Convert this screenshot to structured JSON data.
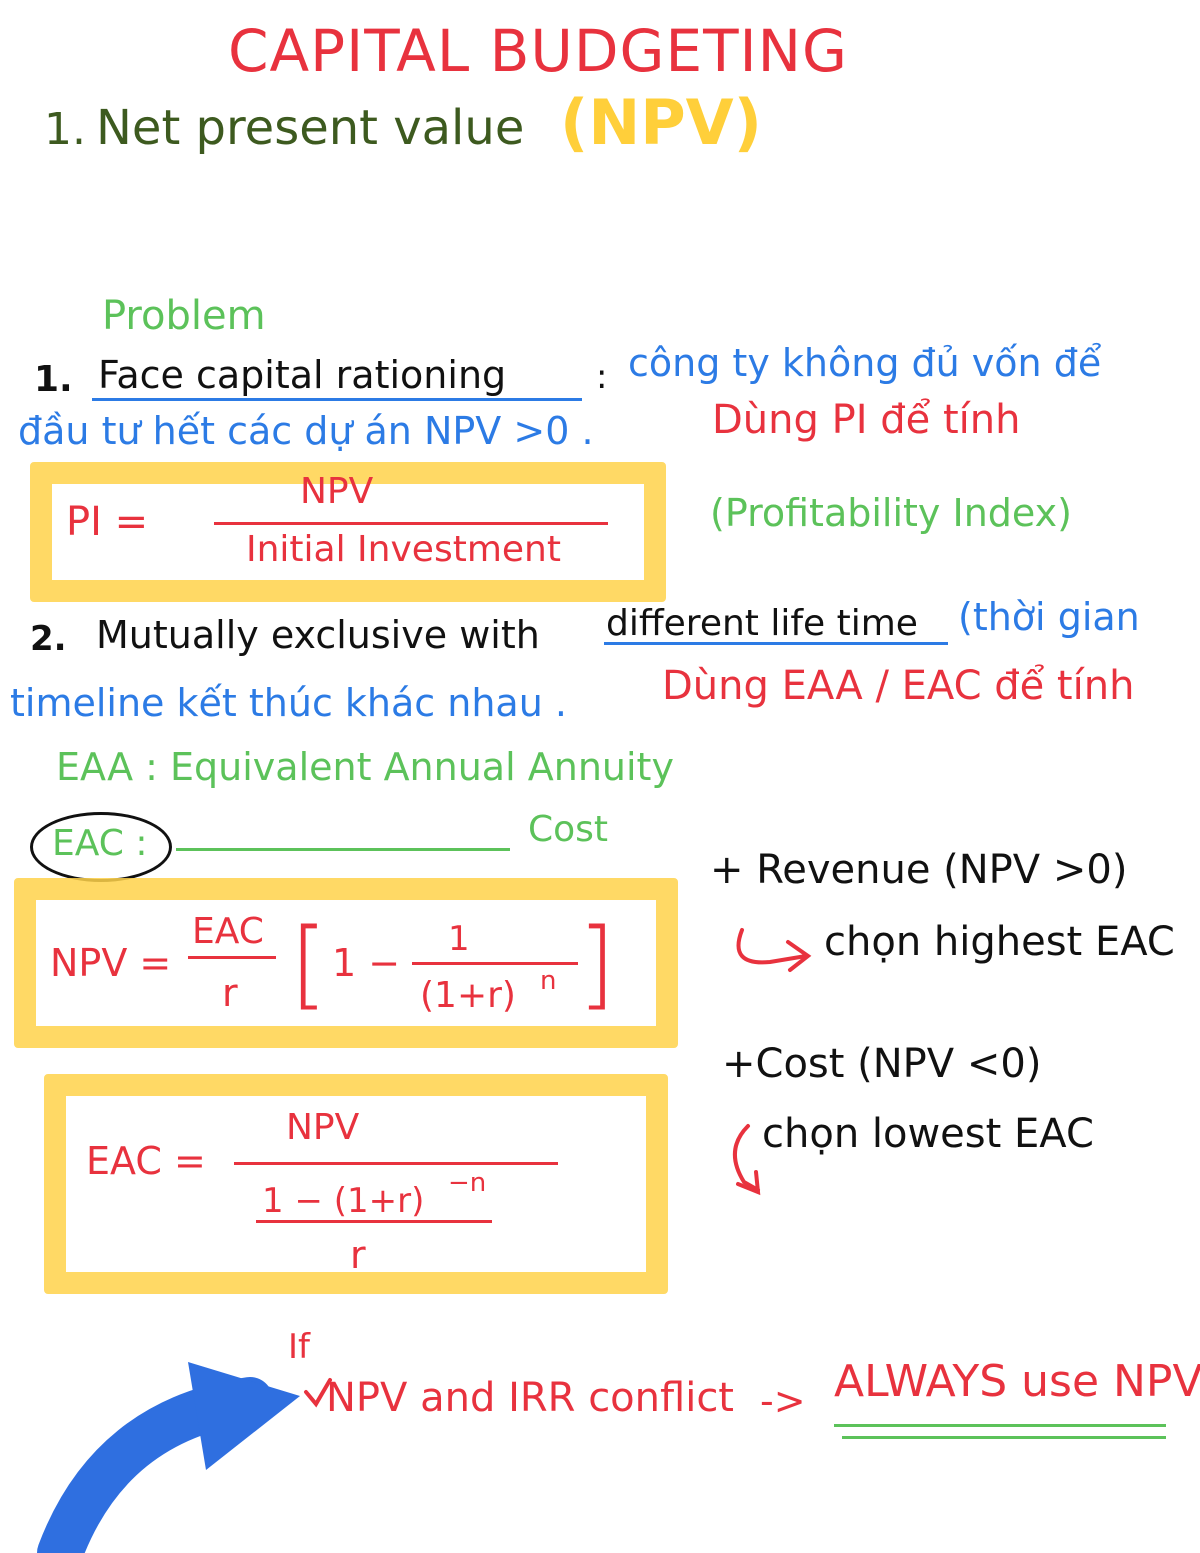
{
  "title": "CAPITAL   BUDGETING",
  "section1": {
    "number": "1.",
    "label": "Net present value",
    "abbr": "(NPV)"
  },
  "problem_heading": "Problem",
  "item1": {
    "number": "1.",
    "term": "Face capital rationing",
    "colon": ":",
    "note_line1": "công ty không đủ vốn để",
    "note_line2": "đầu tư hết các dự án NPV >0 .",
    "action": "Dùng PI để tính",
    "pi_lhs": "PI =",
    "pi_num": "NPV",
    "pi_den": "Initial Investment",
    "pi_name": "(Profitability Index)"
  },
  "item2": {
    "number": "2.",
    "text": "Mutually exclusive with",
    "term": "different life time",
    "note_line1": "(thời gian",
    "note_line2": "timeline kết thúc khác nhau .",
    "action": "Dùng EAA / EAC để tính",
    "eaa_def": "EAA : Equivalent Annual Annuity",
    "eac_label": "EAC :",
    "eac_def_word": "Cost"
  },
  "formula_npv": {
    "lhs": "NPV =",
    "num": "EAC",
    "den": "r",
    "bracket_open": "[",
    "one_minus": "1 −",
    "inner_num": "1",
    "inner_den": "(1+r)",
    "inner_exp": "n",
    "bracket_close": "]"
  },
  "formula_eac": {
    "lhs": "EAC =",
    "num": "NPV",
    "den_top": "1 − (1+r)",
    "den_exp": "−n",
    "den_bottom": "r"
  },
  "rules": {
    "revenue": "+ Revenue (NPV >0)",
    "revenue_choice": "chọn highest EAC",
    "cost": "+Cost (NPV <0)",
    "cost_choice": "chọn lowest EAC"
  },
  "footer": {
    "if": "If",
    "text": "NPV and IRR conflict",
    "arrow": "->",
    "conclusion": "ALWAYS use NPV"
  }
}
